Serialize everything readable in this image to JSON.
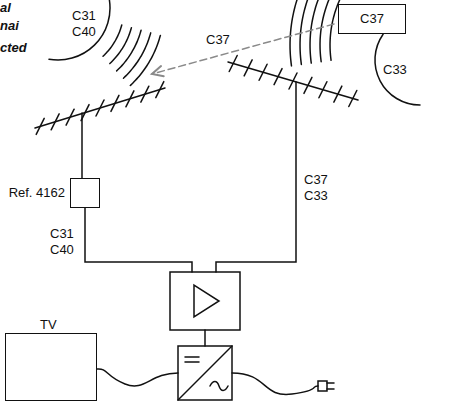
{
  "diagram": {
    "nodes": [
      {
        "text": [
          "C31 C40"
        ]
      },
      {
        "text": [
          "C37"
        ]
      },
      {
        "text": [
          "Ref. 4162"
        ]
      },
      {
        "text": [
          "TV"
        ]
      }
    ],
    "labels": [
      "al",
      "nai",
      "cted",
      "C37",
      "C33",
      "C31 C40",
      "C37 C33"
    ]
  }
}
